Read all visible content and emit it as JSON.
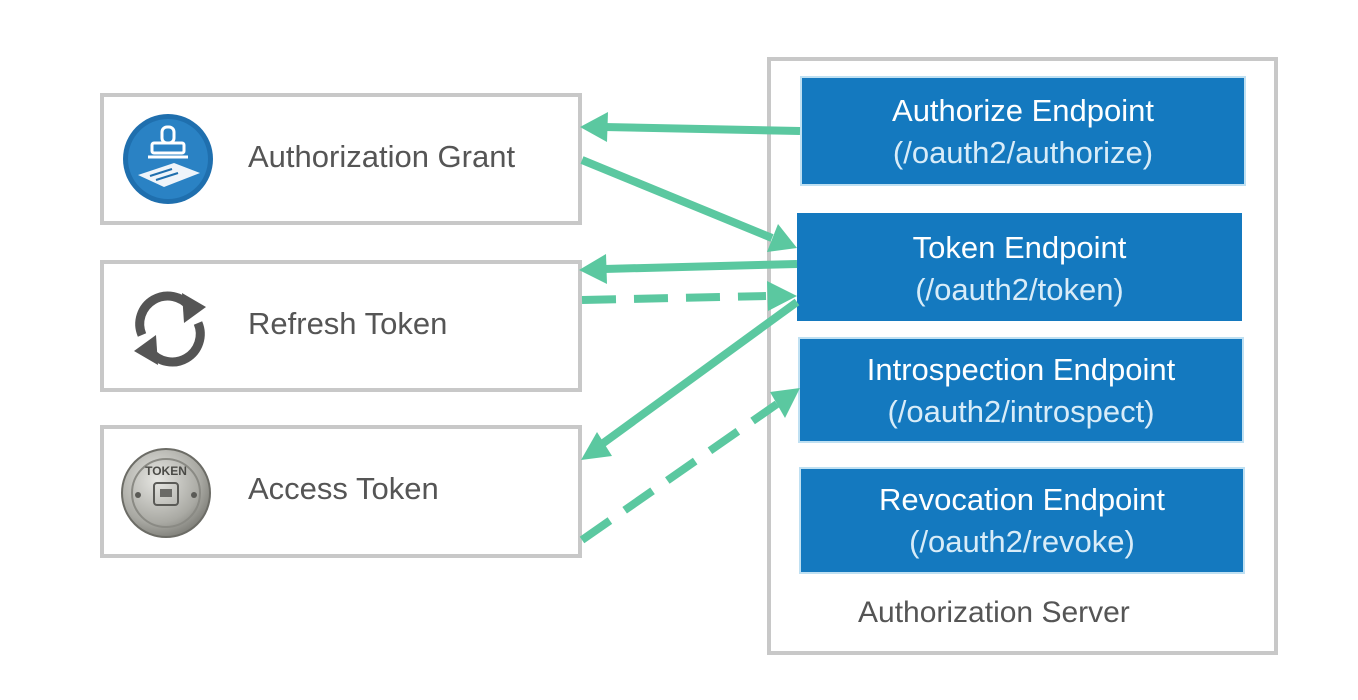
{
  "colors": {
    "arrow": "#5bc8a0",
    "endpoint": "#1479bf",
    "border": "#c8c8c8",
    "text": "#555555"
  },
  "clients": [
    {
      "label": "Authorization Grant",
      "icon": "stamp-icon"
    },
    {
      "label": "Refresh Token",
      "icon": "refresh-icon"
    },
    {
      "label": "Access Token",
      "icon": "token-coin-icon",
      "coin_text": "TOKEN"
    }
  ],
  "server": {
    "label": "Authorization Server",
    "endpoints": [
      {
        "name": "Authorize Endpoint",
        "path": "(/oauth2/authorize)"
      },
      {
        "name": "Token Endpoint",
        "path": "(/oauth2/token)"
      },
      {
        "name": "Introspection Endpoint",
        "path": "(/oauth2/introspect)"
      },
      {
        "name": "Revocation Endpoint",
        "path": "(/oauth2/revoke)"
      }
    ]
  }
}
